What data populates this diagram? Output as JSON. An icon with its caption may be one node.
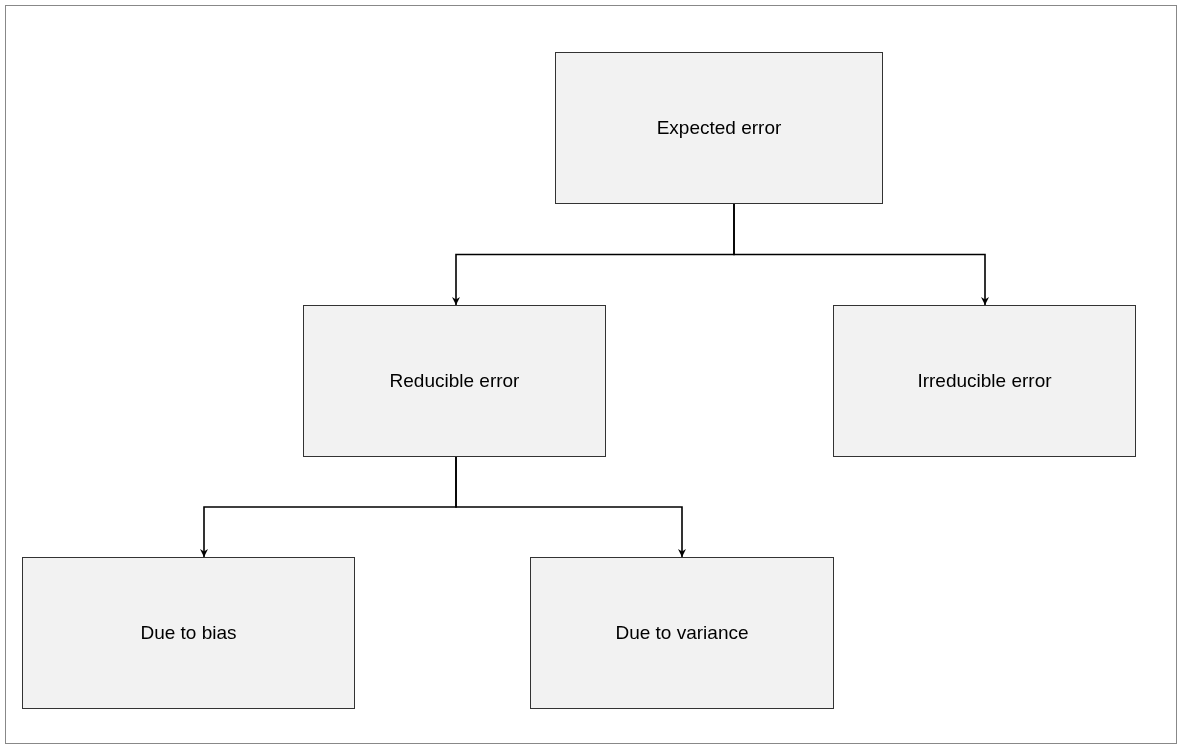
{
  "diagram": {
    "nodes": [
      {
        "text": [
          "Expected error"
        ]
      },
      {
        "text": [
          "Reducible error"
        ]
      },
      {
        "text": [
          "Irreducible error"
        ]
      },
      {
        "text": [
          "Due to bias"
        ]
      },
      {
        "text": [
          "Due to variance"
        ]
      }
    ],
    "edges": [
      {
        "from": 0,
        "to": 1,
        "arrow": "to"
      },
      {
        "from": 0,
        "to": 2,
        "arrow": "to"
      },
      {
        "from": 1,
        "to": 3,
        "arrow": "to"
      },
      {
        "from": 1,
        "to": 4,
        "arrow": "to"
      }
    ]
  }
}
